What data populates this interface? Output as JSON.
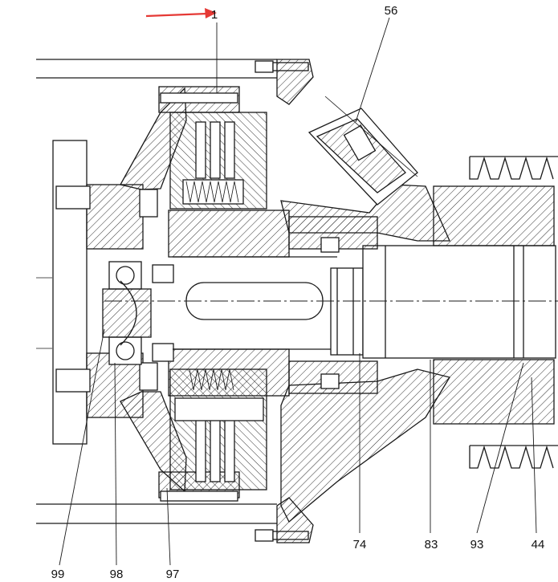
{
  "callouts": [
    {
      "id": "1",
      "label": "1"
    },
    {
      "id": "56",
      "label": "56"
    },
    {
      "id": "74",
      "label": "74"
    },
    {
      "id": "83",
      "label": "83"
    },
    {
      "id": "93",
      "label": "93"
    },
    {
      "id": "44",
      "label": "44"
    },
    {
      "id": "97",
      "label": "97"
    },
    {
      "id": "98",
      "label": "98"
    },
    {
      "id": "99",
      "label": "99"
    }
  ],
  "colors": {
    "indicator_arrow": "#e53935",
    "line": "#1a1a1a",
    "background": "#ffffff"
  }
}
